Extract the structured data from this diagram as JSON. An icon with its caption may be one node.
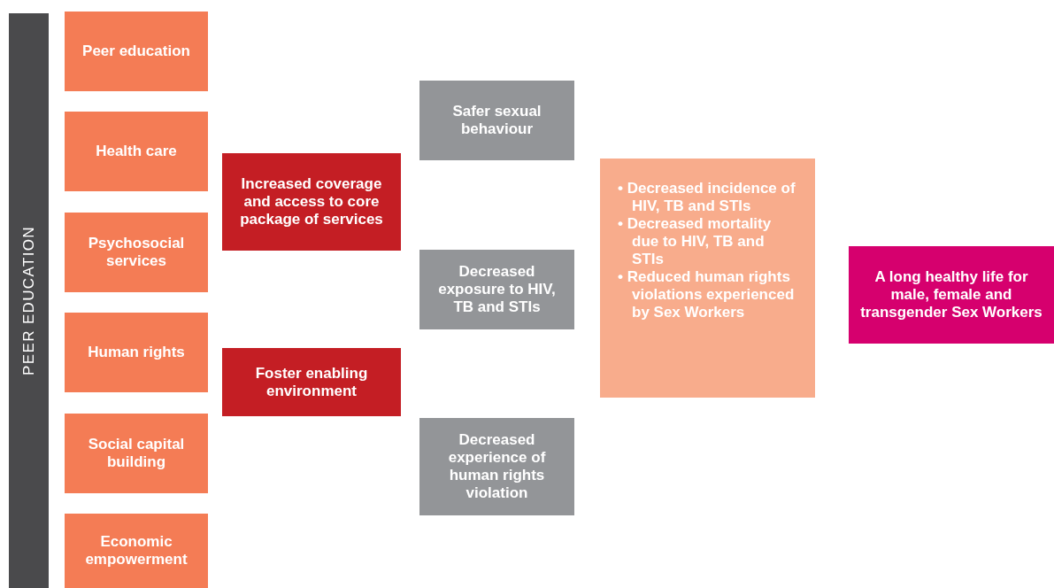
{
  "diagram": {
    "nodes": [
      {
        "text": [
          "PEER EDUCATION"
        ]
      },
      {
        "text": [
          "Peer education"
        ]
      },
      {
        "text": [
          "Health care"
        ]
      },
      {
        "text": [
          "Psychosocial services"
        ]
      },
      {
        "text": [
          "Human rights"
        ]
      },
      {
        "text": [
          "Social capital building"
        ]
      },
      {
        "text": [
          "Economic empowerment"
        ]
      },
      {
        "text": [
          "Increased coverage and access to core package of services"
        ]
      },
      {
        "text": [
          "Foster enabling environment"
        ]
      },
      {
        "text": [
          "Safer sexual behaviour"
        ]
      },
      {
        "text": [
          "Decreased exposure to HIV, TB and STIs"
        ]
      },
      {
        "text": [
          "Decreased experience of human rights violation"
        ]
      },
      {
        "text": [
          "• Decreased incidence of HIV, TB and STIs",
          "• Decreased mortality due to HIV, TB and STIs",
          "• Reduced human rights violations experienced by Sex Workers"
        ]
      },
      {
        "text": [
          "A long healthy life for male, female and transgender Sex Workers"
        ]
      }
    ]
  }
}
